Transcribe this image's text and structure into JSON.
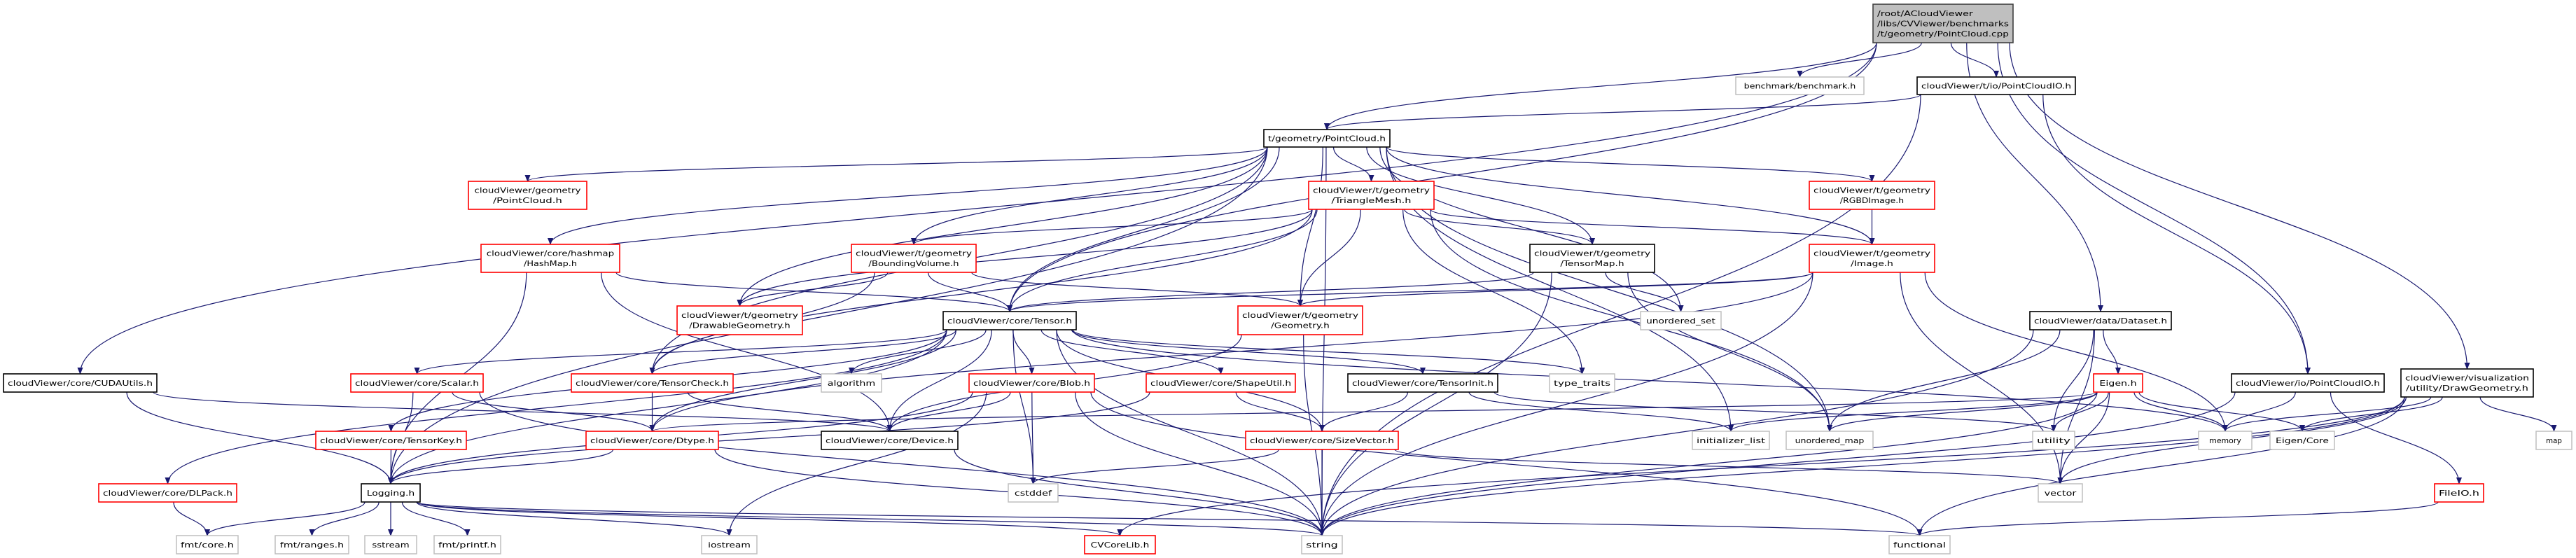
{
  "graph": {
    "colors": {
      "edge": "#191970",
      "root_fill": "#bfbfbf",
      "documented_border": "#000000",
      "truncated_border": "#ff0000",
      "external_border": "#bfbfbf"
    },
    "nodes": [
      {
        "id": "root",
        "kind": "root",
        "lines": [
          "/root/ACloudViewer",
          "/libs/CVViewer/benchmarks",
          "/t/geometry/PointCloud.cpp"
        ]
      },
      {
        "id": "benchmark",
        "kind": "external",
        "lines": [
          "benchmark/benchmark.h"
        ]
      },
      {
        "id": "tioPointCloudIO",
        "kind": "documented",
        "lines": [
          "cloudViewer/t/io/PointCloudIO.h"
        ]
      },
      {
        "id": "tPointCloud",
        "kind": "documented",
        "lines": [
          "t/geometry/PointCloud.h"
        ]
      },
      {
        "id": "geomPointCloud",
        "kind": "truncated",
        "lines": [
          "cloudViewer/geometry",
          "/PointCloud.h"
        ]
      },
      {
        "id": "HashMap",
        "kind": "truncated",
        "lines": [
          "cloudViewer/core/hashmap",
          "/HashMap.h"
        ]
      },
      {
        "id": "BoundingVolume",
        "kind": "truncated",
        "lines": [
          "cloudViewer/t/geometry",
          "/BoundingVolume.h"
        ]
      },
      {
        "id": "TriangleMesh",
        "kind": "truncated",
        "lines": [
          "cloudViewer/t/geometry",
          "/TriangleMesh.h"
        ]
      },
      {
        "id": "RGBDImage",
        "kind": "truncated",
        "lines": [
          "cloudViewer/t/geometry",
          "/RGBDImage.h"
        ]
      },
      {
        "id": "TensorMap",
        "kind": "documented",
        "lines": [
          "cloudViewer/t/geometry",
          "/TensorMap.h"
        ]
      },
      {
        "id": "Image",
        "kind": "truncated",
        "lines": [
          "cloudViewer/t/geometry",
          "/Image.h"
        ]
      },
      {
        "id": "DrawableGeometry",
        "kind": "truncated",
        "lines": [
          "cloudViewer/t/geometry",
          "/DrawableGeometry.h"
        ]
      },
      {
        "id": "Tensor",
        "kind": "documented",
        "lines": [
          "cloudViewer/core/Tensor.h"
        ]
      },
      {
        "id": "Geometry",
        "kind": "truncated",
        "lines": [
          "cloudViewer/t/geometry",
          "/Geometry.h"
        ]
      },
      {
        "id": "unordered_set",
        "kind": "external",
        "lines": [
          "unordered_set"
        ]
      },
      {
        "id": "CUDAUtils",
        "kind": "documented",
        "lines": [
          "cloudViewer/core/CUDAUtils.h"
        ]
      },
      {
        "id": "Scalar",
        "kind": "truncated",
        "lines": [
          "cloudViewer/core/Scalar.h"
        ]
      },
      {
        "id": "TensorCheck",
        "kind": "truncated",
        "lines": [
          "cloudViewer/core/TensorCheck.h"
        ]
      },
      {
        "id": "algorithm",
        "kind": "external",
        "lines": [
          "algorithm"
        ]
      },
      {
        "id": "Blob",
        "kind": "truncated",
        "lines": [
          "cloudViewer/core/Blob.h"
        ]
      },
      {
        "id": "ShapeUtil",
        "kind": "truncated",
        "lines": [
          "cloudViewer/core/ShapeUtil.h"
        ]
      },
      {
        "id": "TensorInit",
        "kind": "documented",
        "lines": [
          "cloudViewer/core/TensorInit.h"
        ]
      },
      {
        "id": "type_traits",
        "kind": "external",
        "lines": [
          "type_traits"
        ]
      },
      {
        "id": "Dataset",
        "kind": "documented",
        "lines": [
          "cloudViewer/data/Dataset.h"
        ]
      },
      {
        "id": "Eigen",
        "kind": "truncated",
        "lines": [
          "Eigen.h"
        ]
      },
      {
        "id": "ioPointCloudIO",
        "kind": "documented",
        "lines": [
          "cloudViewer/io/PointCloudIO.h"
        ]
      },
      {
        "id": "DrawGeometry",
        "kind": "documented",
        "lines": [
          "cloudViewer/visualization",
          "/utility/DrawGeometry.h"
        ]
      },
      {
        "id": "TensorKey",
        "kind": "truncated",
        "lines": [
          "cloudViewer/core/TensorKey.h"
        ]
      },
      {
        "id": "Dtype",
        "kind": "truncated",
        "lines": [
          "cloudViewer/core/Dtype.h"
        ]
      },
      {
        "id": "Device",
        "kind": "documented",
        "lines": [
          "cloudViewer/core/Device.h"
        ]
      },
      {
        "id": "SizeVector",
        "kind": "truncated",
        "lines": [
          "cloudViewer/core/SizeVector.h"
        ]
      },
      {
        "id": "initializer_list",
        "kind": "external",
        "lines": [
          "initializer_list"
        ]
      },
      {
        "id": "unordered_map",
        "kind": "external",
        "lines": [
          "unordered_map"
        ]
      },
      {
        "id": "utility",
        "kind": "external",
        "lines": [
          "utility"
        ]
      },
      {
        "id": "memory",
        "kind": "external",
        "lines": [
          "memory"
        ]
      },
      {
        "id": "EigenCore",
        "kind": "external",
        "lines": [
          "Eigen/Core"
        ]
      },
      {
        "id": "map",
        "kind": "external",
        "lines": [
          "map"
        ]
      },
      {
        "id": "DLPack",
        "kind": "truncated",
        "lines": [
          "cloudViewer/core/DLPack.h"
        ]
      },
      {
        "id": "Logging",
        "kind": "documented",
        "lines": [
          "Logging.h"
        ]
      },
      {
        "id": "cstddef",
        "kind": "external",
        "lines": [
          "cstddef"
        ]
      },
      {
        "id": "vector",
        "kind": "external",
        "lines": [
          "vector"
        ]
      },
      {
        "id": "FileIO",
        "kind": "truncated",
        "lines": [
          "FileIO.h"
        ]
      },
      {
        "id": "fmtcore",
        "kind": "external",
        "lines": [
          "fmt/core.h"
        ]
      },
      {
        "id": "fmtranges",
        "kind": "external",
        "lines": [
          "fmt/ranges.h"
        ]
      },
      {
        "id": "sstream",
        "kind": "external",
        "lines": [
          "sstream"
        ]
      },
      {
        "id": "fmtprintf",
        "kind": "external",
        "lines": [
          "fmt/printf.h"
        ]
      },
      {
        "id": "iostream",
        "kind": "external",
        "lines": [
          "iostream"
        ]
      },
      {
        "id": "CVCoreLib",
        "kind": "truncated",
        "lines": [
          "CVCoreLib.h"
        ]
      },
      {
        "id": "string",
        "kind": "external",
        "lines": [
          "string"
        ]
      },
      {
        "id": "functional",
        "kind": "external",
        "lines": [
          "functional"
        ]
      }
    ],
    "edges": [
      [
        "root",
        "benchmark"
      ],
      [
        "root",
        "tioPointCloudIO"
      ],
      [
        "root",
        "tPointCloud"
      ],
      [
        "root",
        "CUDAUtils"
      ],
      [
        "root",
        "Tensor"
      ],
      [
        "root",
        "Dataset"
      ],
      [
        "root",
        "ioPointCloudIO"
      ],
      [
        "root",
        "DrawGeometry"
      ],
      [
        "tioPointCloudIO",
        "tPointCloud"
      ],
      [
        "tioPointCloudIO",
        "string"
      ],
      [
        "tioPointCloudIO",
        "ioPointCloudIO"
      ],
      [
        "tPointCloud",
        "geomPointCloud"
      ],
      [
        "tPointCloud",
        "HashMap"
      ],
      [
        "tPointCloud",
        "BoundingVolume"
      ],
      [
        "tPointCloud",
        "DrawableGeometry"
      ],
      [
        "tPointCloud",
        "Tensor"
      ],
      [
        "tPointCloud",
        "TriangleMesh"
      ],
      [
        "tPointCloud",
        "TensorMap"
      ],
      [
        "tPointCloud",
        "Geometry"
      ],
      [
        "tPointCloud",
        "unordered_set"
      ],
      [
        "tPointCloud",
        "RGBDImage"
      ],
      [
        "tPointCloud",
        "Image"
      ],
      [
        "tPointCloud",
        "Logging"
      ],
      [
        "tPointCloud",
        "TensorCheck"
      ],
      [
        "tPointCloud",
        "initializer_list"
      ],
      [
        "tPointCloud",
        "unordered_map"
      ],
      [
        "tPointCloud",
        "string"
      ],
      [
        "TriangleMesh",
        "BoundingVolume"
      ],
      [
        "TriangleMesh",
        "DrawableGeometry"
      ],
      [
        "TriangleMesh",
        "Tensor"
      ],
      [
        "TriangleMesh",
        "Geometry"
      ],
      [
        "TriangleMesh",
        "TensorMap"
      ],
      [
        "TriangleMesh",
        "Image"
      ],
      [
        "TriangleMesh",
        "TensorCheck"
      ],
      [
        "TriangleMesh",
        "type_traits"
      ],
      [
        "TriangleMesh",
        "unordered_map"
      ],
      [
        "RGBDImage",
        "Image"
      ],
      [
        "TensorMap",
        "Tensor"
      ],
      [
        "TensorMap",
        "unordered_set"
      ],
      [
        "TensorMap",
        "unordered_map"
      ],
      [
        "TensorMap",
        "string"
      ],
      [
        "Image",
        "Tensor"
      ],
      [
        "Image",
        "Geometry"
      ],
      [
        "Image",
        "Dtype"
      ],
      [
        "Image",
        "memory"
      ],
      [
        "Image",
        "string"
      ],
      [
        "Image",
        "vector"
      ],
      [
        "HashMap",
        "Tensor"
      ],
      [
        "HashMap",
        "Device"
      ],
      [
        "HashMap",
        "Logging"
      ],
      [
        "BoundingVolume",
        "DrawableGeometry"
      ],
      [
        "BoundingVolume",
        "Tensor"
      ],
      [
        "BoundingVolume",
        "Geometry"
      ],
      [
        "BoundingVolume",
        "TensorCheck"
      ],
      [
        "Geometry",
        "Device"
      ],
      [
        "Geometry",
        "string"
      ],
      [
        "Tensor",
        "DLPack"
      ],
      [
        "Tensor",
        "Scalar"
      ],
      [
        "Tensor",
        "TensorKey"
      ],
      [
        "Tensor",
        "Logging"
      ],
      [
        "Tensor",
        "TensorCheck"
      ],
      [
        "Tensor",
        "Dtype"
      ],
      [
        "Tensor",
        "Device"
      ],
      [
        "Tensor",
        "algorithm"
      ],
      [
        "Tensor",
        "Blob"
      ],
      [
        "Tensor",
        "ShapeUtil"
      ],
      [
        "Tensor",
        "SizeVector"
      ],
      [
        "Tensor",
        "TensorInit"
      ],
      [
        "Tensor",
        "type_traits"
      ],
      [
        "Tensor",
        "string"
      ],
      [
        "Tensor",
        "cstddef"
      ],
      [
        "Tensor",
        "memory"
      ],
      [
        "CUDAUtils",
        "Logging"
      ],
      [
        "CUDAUtils",
        "Device"
      ],
      [
        "Scalar",
        "Logging"
      ],
      [
        "Scalar",
        "Dtype"
      ],
      [
        "Scalar",
        "string"
      ],
      [
        "TensorCheck",
        "Dtype"
      ],
      [
        "TensorCheck",
        "Device"
      ],
      [
        "TensorKey",
        "Logging"
      ],
      [
        "Dtype",
        "Logging"
      ],
      [
        "Dtype",
        "string"
      ],
      [
        "Device",
        "string"
      ],
      [
        "DLPack",
        "fmtcore"
      ],
      [
        "Logging",
        "fmtcore"
      ],
      [
        "Logging",
        "fmtranges"
      ],
      [
        "Logging",
        "sstream"
      ],
      [
        "Logging",
        "fmtprintf"
      ],
      [
        "Logging",
        "iostream"
      ],
      [
        "Logging",
        "string"
      ],
      [
        "Logging",
        "functional"
      ],
      [
        "Logging",
        "CVCoreLib"
      ],
      [
        "Blob",
        "Device"
      ],
      [
        "Blob",
        "cstddef"
      ],
      [
        "Blob",
        "string"
      ],
      [
        "Blob",
        "functional"
      ],
      [
        "Blob",
        "Logging"
      ],
      [
        "Blob",
        "iostream"
      ],
      [
        "ShapeUtil",
        "SizeVector"
      ],
      [
        "ShapeUtil",
        "Logging"
      ],
      [
        "TensorInit",
        "SizeVector"
      ],
      [
        "TensorInit",
        "initializer_list"
      ],
      [
        "TensorInit",
        "utility"
      ],
      [
        "SizeVector",
        "cstddef"
      ],
      [
        "SizeVector",
        "string"
      ],
      [
        "SizeVector",
        "vector"
      ],
      [
        "Dataset",
        "Eigen"
      ],
      [
        "Dataset",
        "unordered_map"
      ],
      [
        "Dataset",
        "utility"
      ],
      [
        "Dataset",
        "vector"
      ],
      [
        "Dataset",
        "string"
      ],
      [
        "Eigen",
        "initializer_list"
      ],
      [
        "Eigen",
        "unordered_map"
      ],
      [
        "Eigen",
        "utility"
      ],
      [
        "Eigen",
        "vector"
      ],
      [
        "Eigen",
        "memory"
      ],
      [
        "Eigen",
        "EigenCore"
      ],
      [
        "Eigen",
        "string"
      ],
      [
        "Eigen",
        "Dtype"
      ],
      [
        "ioPointCloudIO",
        "memory"
      ],
      [
        "ioPointCloudIO",
        "FileIO"
      ],
      [
        "ioPointCloudIO",
        "string"
      ],
      [
        "DrawGeometry",
        "memory"
      ],
      [
        "DrawGeometry",
        "EigenCore"
      ],
      [
        "DrawGeometry",
        "map"
      ],
      [
        "DrawGeometry",
        "vector"
      ],
      [
        "DrawGeometry",
        "string"
      ],
      [
        "DrawGeometry",
        "functional"
      ],
      [
        "DrawGeometry",
        "CVCoreLib"
      ],
      [
        "FileIO",
        "functional"
      ]
    ]
  }
}
